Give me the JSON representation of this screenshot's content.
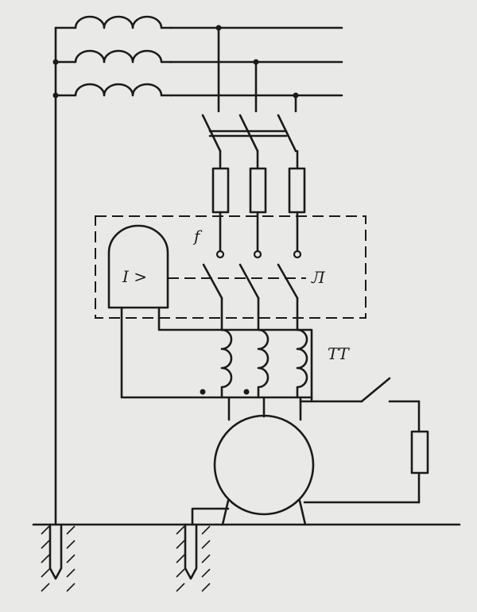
{
  "diagram": {
    "labels": {
      "relay": "I >",
      "breaker": "Л",
      "transformers": "ТТ",
      "fuse_mark": "f"
    },
    "colors": {
      "background": "#e9e9e7",
      "ink": "#1b1b1b"
    }
  }
}
